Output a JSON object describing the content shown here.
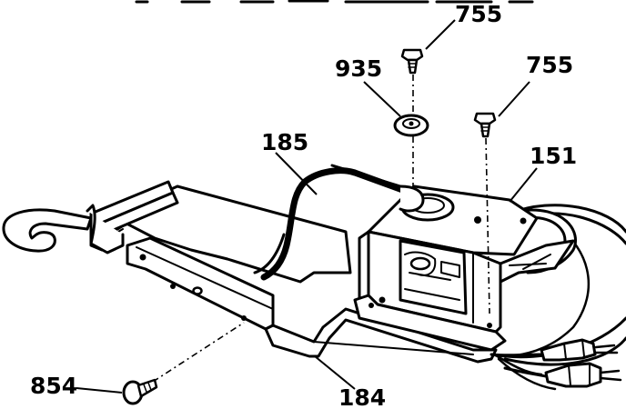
{
  "diagram": {
    "callouts": [
      {
        "id": "c755a",
        "label": "755"
      },
      {
        "id": "c935",
        "label": "935"
      },
      {
        "id": "c755b",
        "label": "755"
      },
      {
        "id": "c185",
        "label": "185"
      },
      {
        "id": "c151",
        "label": "151"
      },
      {
        "id": "c854",
        "label": "854"
      },
      {
        "id": "c184",
        "label": "184"
      }
    ]
  }
}
